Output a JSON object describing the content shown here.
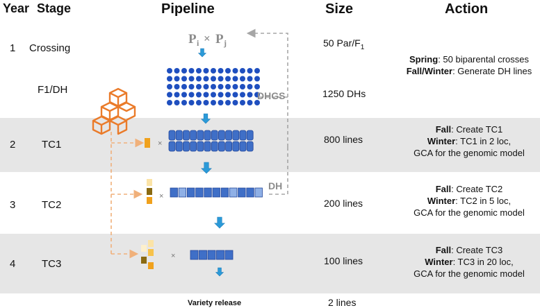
{
  "headers": {
    "year": "Year",
    "stage": "Stage",
    "pipeline": "Pipeline",
    "size": "Size",
    "action": "Action"
  },
  "rows": [
    {
      "year": "1",
      "stage": "Crossing",
      "size_main": "50 Par/F",
      "size_sub": "1"
    },
    {
      "year": "",
      "stage": "F1/DH",
      "size_main": "1250 DHs"
    },
    {
      "year": "2",
      "stage": "TC1",
      "size_main": "800 lines"
    },
    {
      "year": "3",
      "stage": "TC2",
      "size_main": "200 lines"
    },
    {
      "year": "4",
      "stage": "TC3",
      "size_main": "100 lines"
    }
  ],
  "actions": {
    "a1": {
      "k1": "Spring",
      "v1": ": 50 biparental crosses",
      "k2": "Fall/Winter",
      "v2": ": Generate DH lines"
    },
    "a2": {
      "k1": "Fall",
      "v1": ": Create TC1",
      "k2": "Winter",
      "v2": ": TC1 in 2 loc,",
      "l3": "GCA for the genomic model"
    },
    "a3": {
      "k1": "Fall",
      "v1": ": Create TC2",
      "k2": "Winter",
      "v2": ": TC2 in 5 loc,",
      "l3": "GCA for the genomic model"
    },
    "a4": {
      "k1": "Fall",
      "v1": ": Create TC3",
      "k2": "Winter",
      "v2": ": TC3 in 20 loc,",
      "l3": "GCA for the genomic model"
    }
  },
  "pipeline": {
    "cross_p": "P",
    "cross_i": "i",
    "cross_x": "×",
    "cross_j": "j",
    "times": "×",
    "dhgs_label": "DHGS",
    "dh_label": "DH",
    "variety_release": "Variety release",
    "variety_size": "2 lines"
  },
  "colors": {
    "band": "#e6e6e6",
    "dot_blue": "#1f4fbf",
    "pill_blue": "#3f6fc7",
    "pill_light": "#8fb0e6",
    "arrow_blue": "#2b9ad8",
    "dashed_gray": "#a6a6a6",
    "tester_orange": "#f0a11c",
    "dashed_orange": "#f0b07a",
    "cube_orange": "#ea7b2a"
  },
  "icons": {
    "tester": "stacked-cubes-icon"
  }
}
